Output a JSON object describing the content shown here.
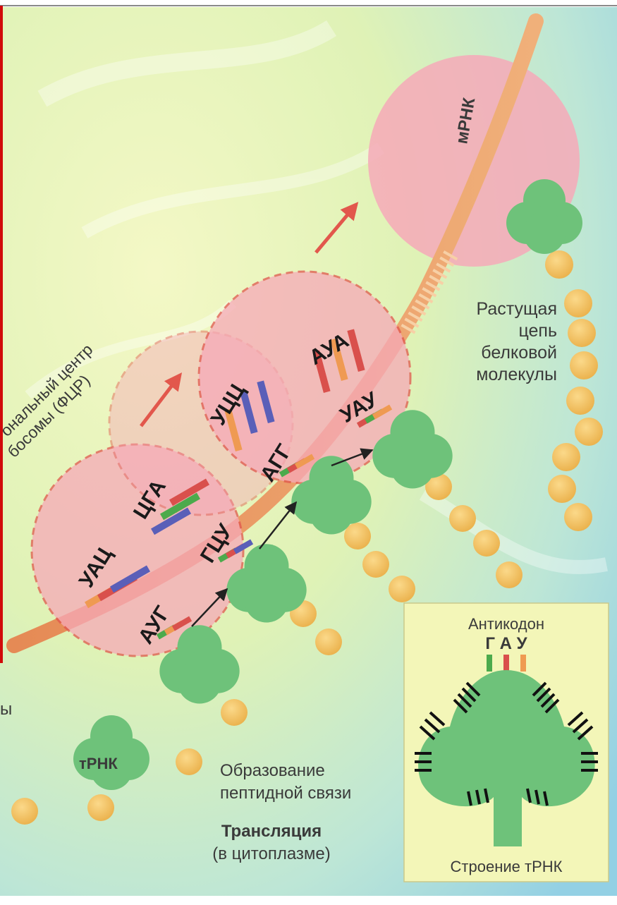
{
  "labels": {
    "mrna": "мРНК",
    "growing_chain": [
      "Растущая",
      "цепь",
      "белковой",
      "молекулы"
    ],
    "fcr": [
      "ональный центр",
      "босомы (ФЦР)"
    ],
    "trna": "тРНК",
    "peptide_bond": [
      "Образование",
      "пептидной связи"
    ],
    "translation_title": "Трансляция",
    "translation_sub": "(в цитоплазме)",
    "left_edge_fragment": "ы",
    "inset_anticodon_label": "Антикодон",
    "inset_anticodon": "Г А У",
    "inset_caption": "Строение  тРНК"
  },
  "codons": {
    "mrna_codons": [
      "УАЦ",
      "ЦГА",
      "УЦЦ",
      "АУА"
    ],
    "anticodons": [
      "АУГ",
      "ГЦУ",
      "АГГ",
      "УАУ"
    ]
  },
  "colors": {
    "ribosome": "#f6a9b8",
    "ribosome_edge": "#e0564d",
    "mrna_strand": "#ec9a6a",
    "trna": "#6ec27a",
    "amino_acid": "#f2c15a",
    "arrow": "#e2574c",
    "frame": "#d10a0a",
    "inset_bg": "#f3f6b8"
  }
}
